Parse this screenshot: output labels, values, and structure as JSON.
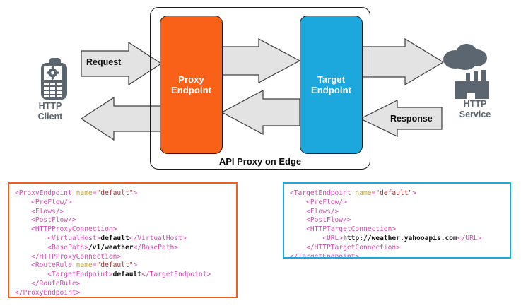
{
  "diagram": {
    "container": {
      "label": "API Proxy on Edge"
    },
    "nodes": [
      {
        "id": "http-client",
        "icon": "mobile-phone-gear-icon",
        "label_line1": "HTTP",
        "label_line2": "Client",
        "color": "#5b6670"
      },
      {
        "id": "proxy-endpoint",
        "label_line1": "Proxy",
        "label_line2": "Endpoint",
        "color": "#f96118"
      },
      {
        "id": "target-endpoint",
        "label_line1": "Target",
        "label_line2": "Endpoint",
        "color": "#1ca7dd"
      },
      {
        "id": "http-service",
        "icon": "cloud-factory-icon",
        "label_line1": "HTTP",
        "label_line2": "Service",
        "color": "#5b6670"
      }
    ],
    "arrows": [
      {
        "id": "request-arrow",
        "label": "Request",
        "direction": "right",
        "from": "http-client",
        "to": "proxy-endpoint"
      },
      {
        "id": "proxy-to-target-arrow",
        "label": "",
        "direction": "right",
        "from": "proxy-endpoint",
        "to": "target-endpoint"
      },
      {
        "id": "target-to-service-arrow",
        "label": "",
        "direction": "right",
        "from": "target-endpoint",
        "to": "http-service"
      },
      {
        "id": "service-to-target-arrow",
        "label": "Response",
        "direction": "left",
        "from": "http-service",
        "to": "target-endpoint"
      },
      {
        "id": "target-to-proxy-arrow",
        "label": "",
        "direction": "left",
        "from": "target-endpoint",
        "to": "proxy-endpoint"
      },
      {
        "id": "proxy-to-client-arrow",
        "label": "",
        "direction": "left",
        "from": "proxy-endpoint",
        "to": "http-client"
      }
    ],
    "colors": {
      "proxy_orange": "#f96118",
      "target_blue": "#1ca7dd",
      "arrow_fill": "#e3e3e3",
      "arrow_stroke": "#3d3d3d",
      "icon_gray": "#5b6670",
      "outline": "#1a1a1a"
    }
  },
  "code_blocks": {
    "proxy": {
      "border_color": "#ec6218",
      "lines": [
        [
          {
            "t": "tag",
            "s": "<ProxyEndpoint "
          },
          {
            "t": "attr",
            "s": "name"
          },
          {
            "t": "plain",
            "s": "="
          },
          {
            "t": "val",
            "s": "\"default\""
          },
          {
            "t": "tag",
            "s": ">"
          }
        ],
        [
          {
            "t": "tag",
            "s": "    <PreFlow/>"
          }
        ],
        [
          {
            "t": "tag",
            "s": "    <Flows/>"
          }
        ],
        [
          {
            "t": "tag",
            "s": "    <PostFlow/>"
          }
        ],
        [
          {
            "t": "tag",
            "s": "    <HTTPProxyConnection>"
          }
        ],
        [
          {
            "t": "tag",
            "s": "        <VirtualHost>"
          },
          {
            "t": "text",
            "s": "default"
          },
          {
            "t": "tag",
            "s": "</VirtualHost>"
          }
        ],
        [
          {
            "t": "tag",
            "s": "        <BasePath>"
          },
          {
            "t": "text",
            "s": "/v1/weather"
          },
          {
            "t": "tag",
            "s": "</BasePath>"
          }
        ],
        [
          {
            "t": "tag",
            "s": "    </HTTPProxyConnection>"
          }
        ],
        [
          {
            "t": "tag",
            "s": "    <RouteRule "
          },
          {
            "t": "attr",
            "s": "name"
          },
          {
            "t": "plain",
            "s": "="
          },
          {
            "t": "val",
            "s": "\"default\""
          },
          {
            "t": "tag",
            "s": ">"
          }
        ],
        [
          {
            "t": "tag",
            "s": "        <TargetEndpoint>"
          },
          {
            "t": "text",
            "s": "default"
          },
          {
            "t": "tag",
            "s": "</TargetEndpoint>"
          }
        ],
        [
          {
            "t": "tag",
            "s": "    </RouteRule>"
          }
        ],
        [
          {
            "t": "tag",
            "s": "</ProxyEndpoint>"
          }
        ]
      ],
      "plain_text": "<ProxyEndpoint name=\"default\">\n    <PreFlow/>\n    <Flows/>\n    <PostFlow/>\n    <HTTPProxyConnection>\n        <VirtualHost>default</VirtualHost>\n        <BasePath>/v1/weather</BasePath>\n    </HTTPProxyConnection>\n    <RouteRule name=\"default\">\n        <TargetEndpoint>default</TargetEndpoint>\n    </RouteRule>\n</ProxyEndpoint>"
    },
    "target": {
      "border_color": "#1ca7dd",
      "lines": [
        [
          {
            "t": "tag",
            "s": "<TargetEndpoint "
          },
          {
            "t": "attr",
            "s": "name"
          },
          {
            "t": "plain",
            "s": "="
          },
          {
            "t": "val",
            "s": "\"default\""
          },
          {
            "t": "tag",
            "s": ">"
          }
        ],
        [
          {
            "t": "tag",
            "s": "    <PreFlow/>"
          }
        ],
        [
          {
            "t": "tag",
            "s": "    <Flows/>"
          }
        ],
        [
          {
            "t": "tag",
            "s": "    <PostFlow/>"
          }
        ],
        [
          {
            "t": "tag",
            "s": "    <HTTPTargetConnection>"
          }
        ],
        [
          {
            "t": "tag",
            "s": "        <URL>"
          },
          {
            "t": "text",
            "s": "http://weather.yahooapis.com"
          },
          {
            "t": "tag",
            "s": "</URL>"
          }
        ],
        [
          {
            "t": "tag",
            "s": "    </HTTPTargetConnection>"
          }
        ],
        [
          {
            "t": "tag",
            "s": "</TargetEndpoint>"
          }
        ]
      ],
      "plain_text": "<TargetEndpoint name=\"default\">\n    <PreFlow/>\n    <Flows/>\n    <PostFlow/>\n    <HTTPTargetConnection>\n        <URL>http://weather.yahooapis.com</URL>\n    </HTTPTargetConnection>\n</TargetEndpoint>"
    }
  }
}
